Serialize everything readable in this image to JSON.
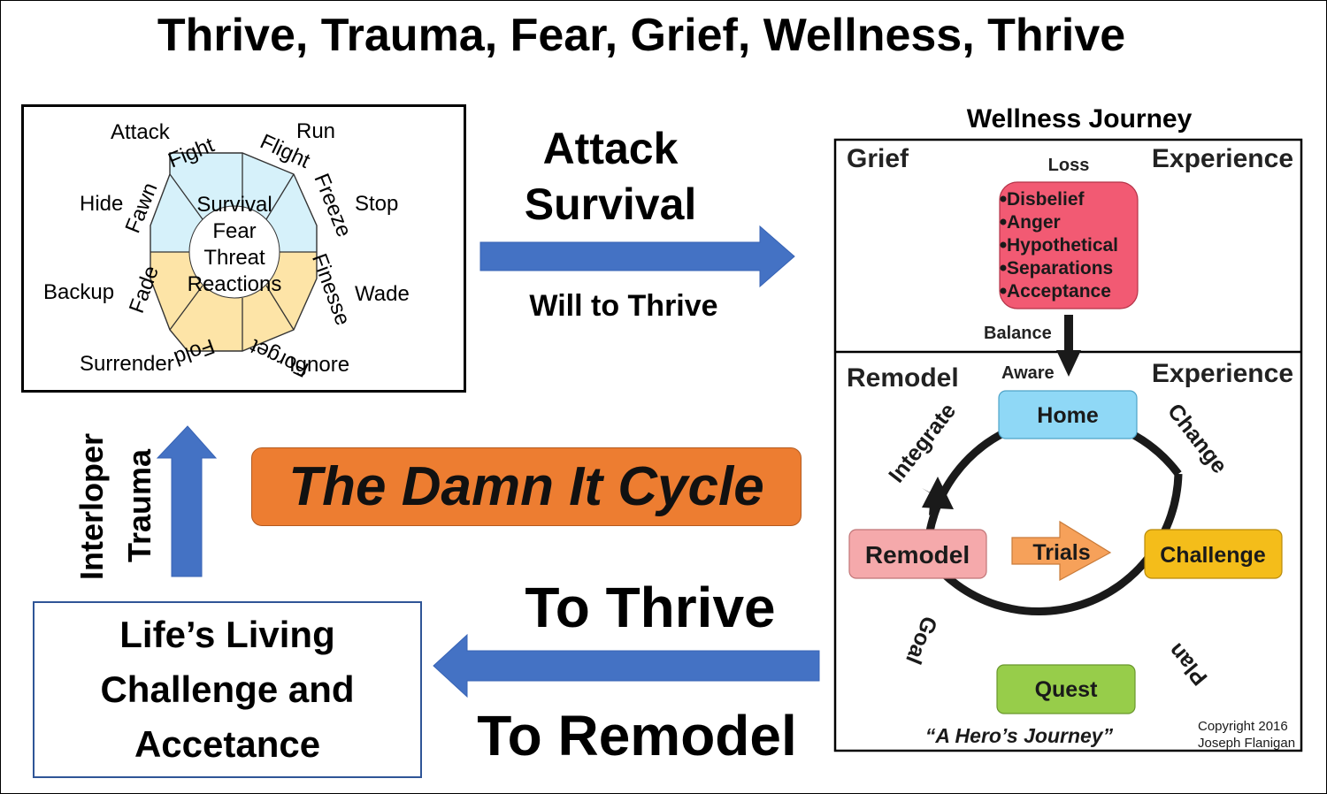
{
  "title": "Thrive, Trauma, Fear, Grief, Wellness, Thrive",
  "colors": {
    "arrow_blue": "#4472c4",
    "cycle_orange": "#ed7d31",
    "wheel_blue": "#d6f1fa",
    "wheel_yellow": "#fde4a7",
    "grief_pink": "#f25a73",
    "home_blue": "#8fd8f6",
    "challenge_yellow": "#f4bd1a",
    "remodel_pink": "#f5a9ab",
    "quest_green": "#97cd4a",
    "trials_orange": "#f6a15a"
  },
  "wheel": {
    "center_lines": [
      "Survival",
      "Fear",
      "Threat",
      "Reactions"
    ],
    "outer_labels": {
      "attack": "Attack",
      "run": "Run",
      "hide": "Hide",
      "stop": "Stop",
      "backup": "Backup",
      "wade": "Wade",
      "surrender": "Surrender",
      "ignore": "Ignore"
    },
    "segments": {
      "fight": "Fight",
      "flight": "Flight",
      "freeze": "Freeze",
      "finesse": "Finesse",
      "forget": "Forget",
      "fold": "Fold",
      "fade": "Fade",
      "fawn": "Fawn"
    }
  },
  "top_arrow": {
    "line1": "Attack",
    "line2": "Survival",
    "caption": "Will to Thrive"
  },
  "wellness": {
    "heading": "Wellness Journey",
    "grief_label": "Grief",
    "experience_top": "Experience",
    "loss_label": "Loss",
    "grief_items": [
      "Disbelief",
      "Anger",
      "Hypothetical",
      "Separations",
      "Acceptance"
    ],
    "balance_label": "Balance",
    "remodel_label": "Remodel",
    "aware_label": "Aware",
    "experience_bottom": "Experience",
    "nodes": {
      "home": "Home",
      "challenge": "Challenge",
      "quest": "Quest",
      "remodel": "Remodel"
    },
    "trials": "Trials",
    "arc_labels": {
      "integrate": "Integrate",
      "change": "Change",
      "plan": "Plan",
      "goal": "Goal"
    },
    "hero_quote": "“A Hero’s Journey”",
    "copyright_line1": "Copyright 2016",
    "copyright_line2": "Joseph Flanigan"
  },
  "cycle_label": "The Damn It Cycle",
  "left_arrow": {
    "interloper": "Interloper",
    "trauma": "Trauma"
  },
  "bottom_arrow": {
    "to_thrive": "To Thrive",
    "to_remodel": "To Remodel"
  },
  "life_box_lines": [
    "Life’s Living",
    "Challenge and",
    "Accetance"
  ]
}
